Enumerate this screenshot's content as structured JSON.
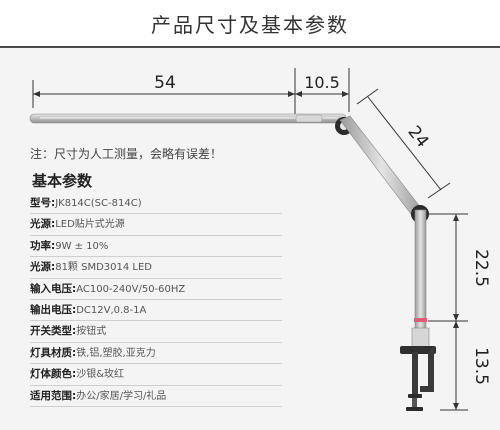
{
  "header": {
    "title": "产品尺寸及基本参数"
  },
  "dimensions": {
    "arm_length": "54",
    "head_length": "10.5",
    "upper_arm": "24",
    "lower_arm": "22.5",
    "base_height": "13.5"
  },
  "note": "注：尺寸为人工测量，会略有误差！",
  "spec_title": "基本参数",
  "specs": [
    {
      "label": "型号:",
      "value": "JK814C(SC-814C)"
    },
    {
      "label": "光源:",
      "value": "LED贴片式光源"
    },
    {
      "label": "功率:",
      "value": "9W ± 10%"
    },
    {
      "label": "光源:",
      "value": "81颗  SMD3014 LED"
    },
    {
      "label": "输入电压:",
      "value": "AC100-240V/50-60HZ"
    },
    {
      "label": "输出电压:",
      "value": "DC12V,0.8-1A"
    },
    {
      "label": "开关类型:",
      "value": "按钮式"
    },
    {
      "label": "灯具材质:",
      "value": "铁,铝,塑胶,亚克力"
    },
    {
      "label": "灯体颜色:",
      "value": "沙银&玫红"
    },
    {
      "label": "适用范围:",
      "value": "办公/家居/学习/礼品"
    }
  ],
  "colors": {
    "accent": "#e05a7a",
    "metal": "#c8c8c8",
    "text": "#333333"
  }
}
